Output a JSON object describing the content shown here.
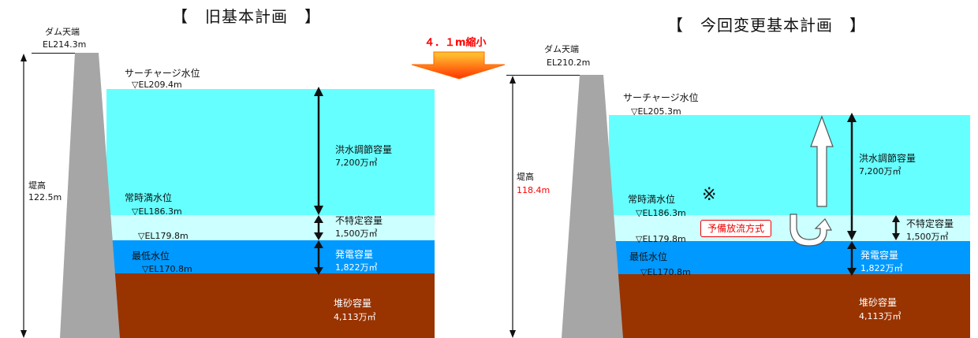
{
  "colors": {
    "flood": "#66ffff",
    "unspecified": "#ccffff",
    "power": "#0099ff",
    "sediment": "#993300",
    "dam": "#a6a6a6",
    "arrow_orange": "#ff6600",
    "red_text": "#ff0000"
  },
  "reduction_label": "４．１m縮小",
  "old_plan": {
    "title": "【　旧基本計画　】",
    "crest_label": "ダム天端",
    "crest_el": "EL214.3m",
    "height_label": "堤高",
    "height_value": "122.5m",
    "surcharge_label": "サーチャージ水位",
    "surcharge_el": "▽EL209.4m",
    "normal_label": "常時満水位",
    "normal_el": "▽EL186.3m",
    "unspecified_el": "▽EL179.8m",
    "min_label": "最低水位",
    "min_el": "▽EL170.8m",
    "flood_cap_label": "洪水調節容量",
    "flood_cap_value": "7,200万㎥",
    "unspecified_cap_label": "不特定容量",
    "unspecified_cap_value": "1,500万㎥",
    "power_cap_label": "発電容量",
    "power_cap_value": "1,822万㎥",
    "sediment_cap_label": "堆砂容量",
    "sediment_cap_value": "4,113万㎥"
  },
  "new_plan": {
    "title": "【　今回変更基本計画　】",
    "crest_label": "ダム天端",
    "crest_el": "EL210.2m",
    "height_label": "堤高",
    "height_value": "118.4m",
    "surcharge_label": "サーチャージ水位",
    "surcharge_el": "▽EL205.3m",
    "normal_label": "常時満水位",
    "note_mark": "※",
    "normal_el": "▽EL186.3m",
    "unspecified_el": "▽EL179.8m",
    "min_label": "最低水位",
    "min_el": "▽EL170.8m",
    "flood_cap_label": "洪水調節容量",
    "flood_cap_value": "7,200万㎥",
    "unspecified_cap_label": "不特定容量",
    "unspecified_cap_value": "1,500万㎥",
    "power_cap_label": "発電容量",
    "power_cap_value": "1,822万㎥",
    "sediment_cap_label": "堆砂容量",
    "sediment_cap_value": "4,113万㎥",
    "callout": "予備放流方式"
  }
}
